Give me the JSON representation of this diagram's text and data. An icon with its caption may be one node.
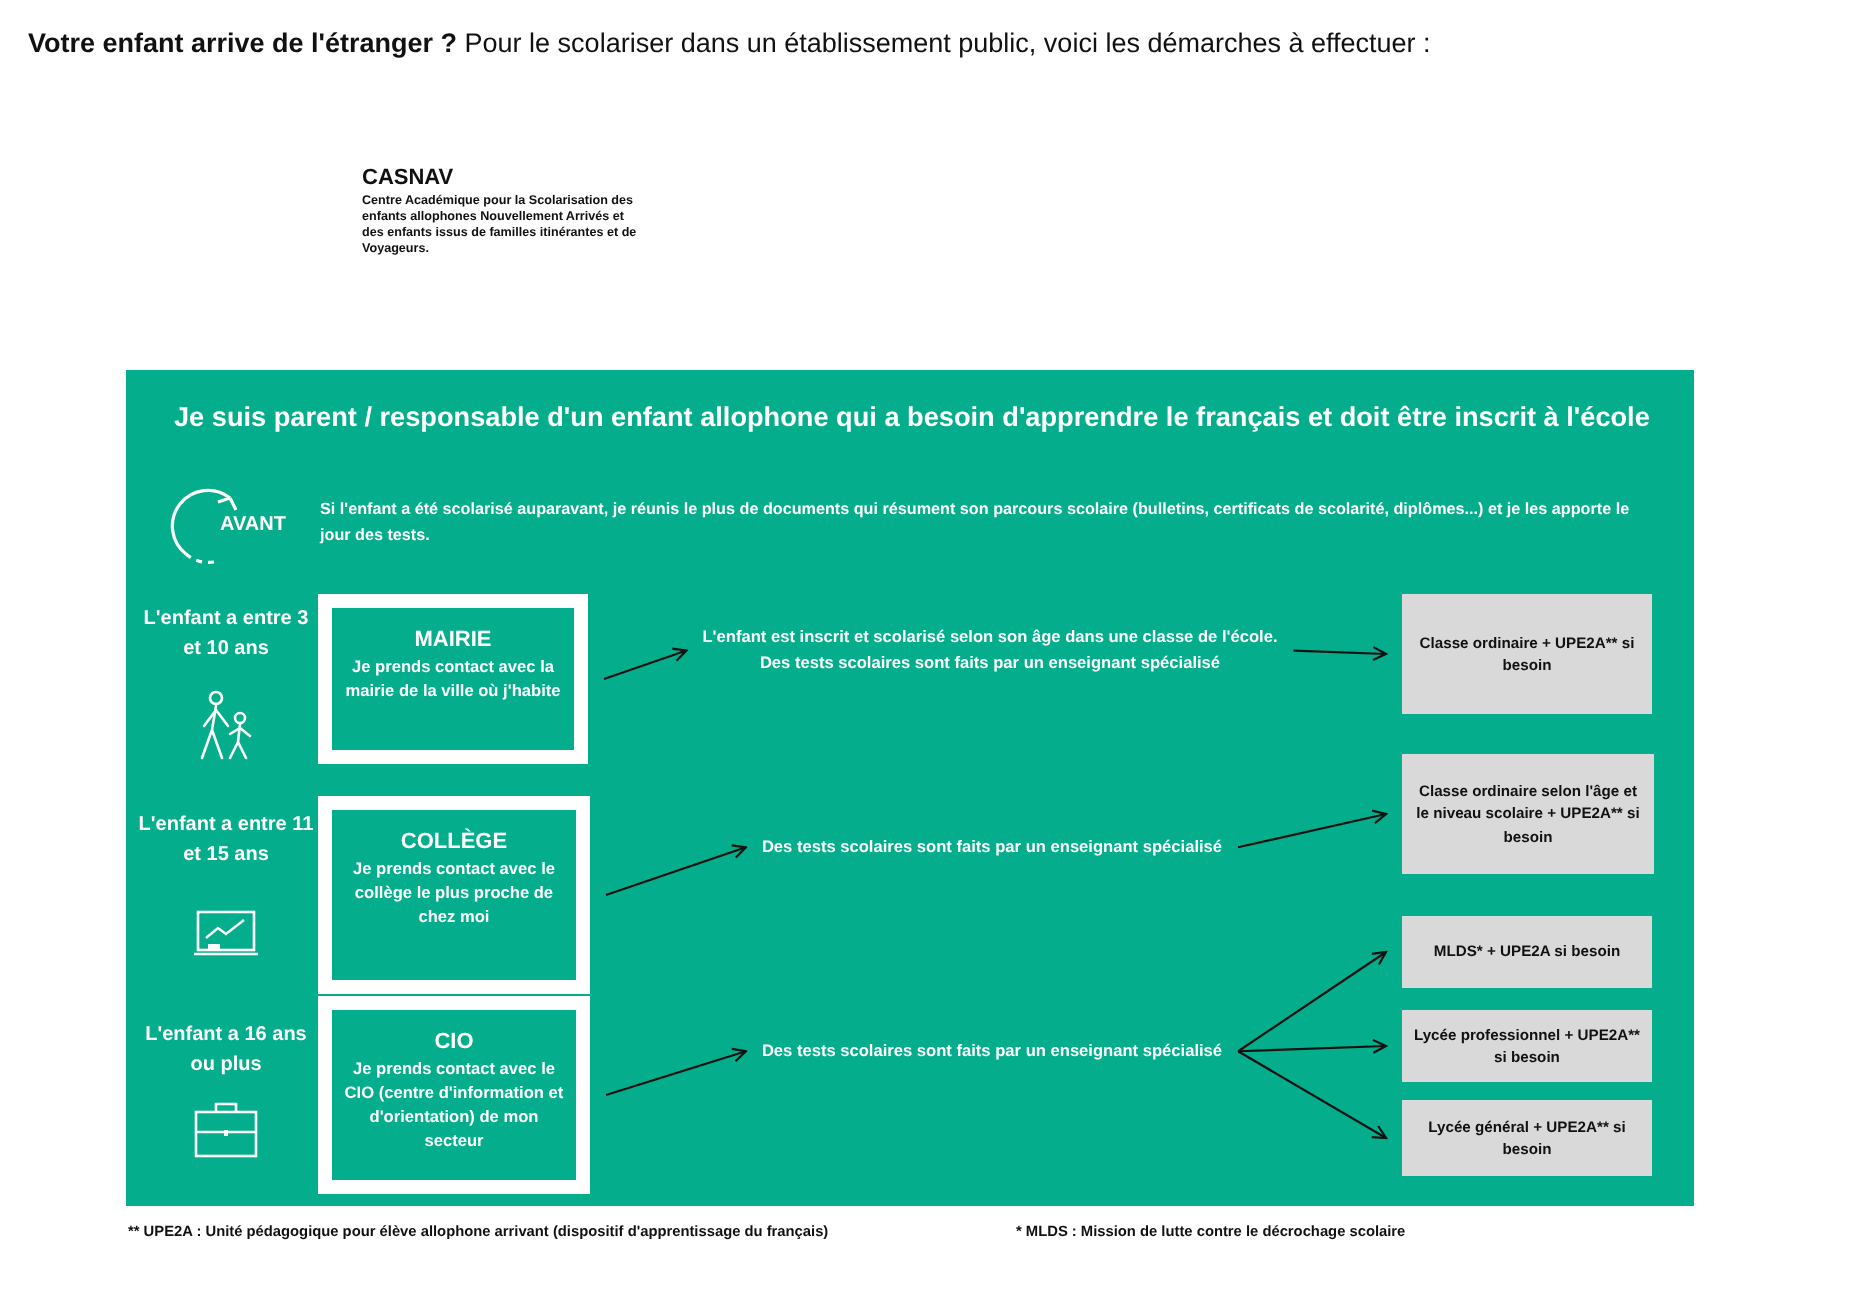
{
  "diagram": {
    "nodes": [
      {
        "text": [
          "Je suis parent / responsable d'un enfant allophone qui a besoin d'apprendre le français et doit être inscrit à l'école"
        ]
      },
      {
        "text": [
          "MAIRIE",
          "Je prends contact avec la mairie de la ville où j'habite"
        ],
        "in": 0
      },
      {
        "text": [
          "L'enfant est inscrit et scolarisé selon son âge dans une classe de l'école. Des tests scolaires sont faits par un enseignant spécialisé"
        ],
        "in": 0
      },
      {
        "text": [
          "Classe ordinaire + UPE2A** si besoin"
        ],
        "in": 0
      },
      {
        "text": [
          "COLLÈGE",
          "Je prends contact avec le collège le plus proche de chez moi"
        ],
        "in": 0
      },
      {
        "text": [
          "Des tests scolaires sont faits par un enseignant spécialisé"
        ],
        "in": 0
      },
      {
        "text": [
          "Classe ordinaire selon l'âge et le niveau scolaire + UPE2A** si besoin"
        ],
        "in": 0
      },
      {
        "text": [
          "CIO",
          "Je prends contact avec le CIO (centre d'information et d'orientation) de mon secteur"
        ],
        "in": 0
      },
      {
        "text": [
          "Des tests scolaires sont faits par un enseignant spécialisé"
        ],
        "in": 0
      },
      {
        "text": [
          "MLDS* + UPE2A si besoin"
        ],
        "in": 0
      },
      {
        "text": [
          "Lycée professionnel + UPE2A** si besoin"
        ],
        "in": 0
      },
      {
        "text": [
          "Lycée général + UPE2A** si besoin"
        ],
        "in": 0
      }
    ],
    "edges": [
      {
        "from": 1,
        "to": 2,
        "arrow": "to"
      },
      {
        "from": 2,
        "to": 3,
        "arrow": "to"
      },
      {
        "from": 4,
        "to": 5,
        "arrow": "to"
      },
      {
        "from": 5,
        "to": 6,
        "arrow": "to"
      },
      {
        "from": 7,
        "to": 8,
        "arrow": "to"
      },
      {
        "from": 8,
        "to": 9,
        "arrow": "to"
      },
      {
        "from": 8,
        "to": 10,
        "arrow": "to"
      },
      {
        "from": 8,
        "to": 11,
        "arrow": "to"
      }
    ],
    "labels": [
      "**Votre enfant arrive de l'étranger ?** Pour le scolariser dans un établissement public, voici les démarches à effectuer :",
      "CASNAV",
      "Centre Académique pour la Scolarisation des enfants allophones Nouvellement Arrivés et des enfants issus de familles itinérantes et de Voyageurs.",
      "AVANT",
      "Si l'enfant a été scolarisé auparavant, je réunis le plus de documents qui résument son parcours scolaire (bulletins, certificats de scolarité, diplômes...) et je les apporte le jour des tests.",
      "L'enfant a entre 3 et 10 ans",
      "L'enfant a entre 11 et 15 ans",
      "L'enfant a 16 ans ou plus",
      "** UPE2A : Unité pédagogique pour élève allophone arrivant (dispositif d'apprentissage du français)",
      "* MLDS : Mission de lutte contre le décrochage scolaire"
    ]
  }
}
